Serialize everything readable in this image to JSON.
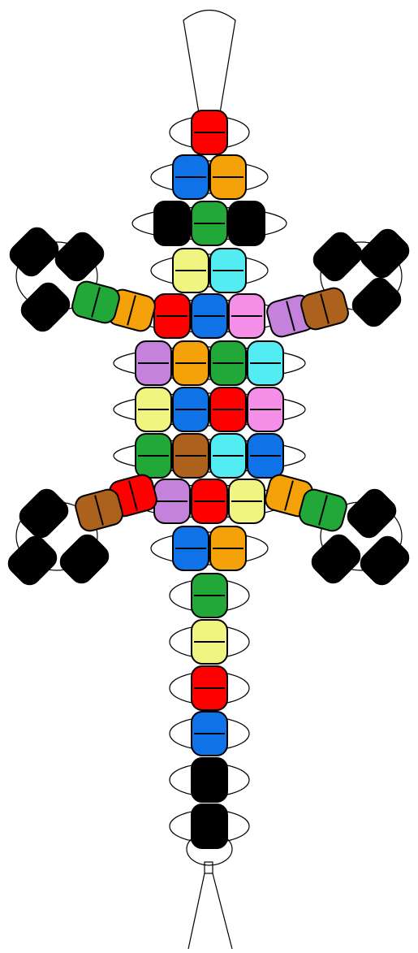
{
  "diagram": {
    "type": "bead-lizard-pattern",
    "colors": {
      "red": "#ff0000",
      "blue": "#0f72e6",
      "orange": "#f5a20a",
      "black": "#000000",
      "green": "#22a838",
      "yellow": "#f0f582",
      "cyan": "#52ecf2",
      "pink": "#f58ee6",
      "purple": "#c482dc",
      "brown": "#ac621c",
      "outline": "#000000",
      "background": "#ffffff"
    },
    "rows": [
      {
        "part": "head",
        "beads": [
          "red"
        ]
      },
      {
        "part": "head",
        "beads": [
          "blue",
          "orange"
        ]
      },
      {
        "part": "head",
        "beads": [
          "black",
          "green",
          "black"
        ]
      },
      {
        "part": "neck",
        "beads": [
          "yellow",
          "cyan"
        ]
      },
      {
        "part": "body",
        "beads": [
          "red",
          "blue",
          "pink"
        ]
      },
      {
        "part": "body",
        "beads": [
          "purple",
          "orange",
          "green",
          "cyan"
        ]
      },
      {
        "part": "body",
        "beads": [
          "yellow",
          "blue",
          "red",
          "pink"
        ]
      },
      {
        "part": "body",
        "beads": [
          "green",
          "brown",
          "cyan",
          "blue"
        ]
      },
      {
        "part": "body",
        "beads": [
          "purple",
          "red",
          "yellow"
        ]
      },
      {
        "part": "body",
        "beads": [
          "blue",
          "orange"
        ]
      },
      {
        "part": "tail",
        "beads": [
          "green"
        ]
      },
      {
        "part": "tail",
        "beads": [
          "yellow"
        ]
      },
      {
        "part": "tail",
        "beads": [
          "red"
        ]
      },
      {
        "part": "tail",
        "beads": [
          "blue"
        ]
      },
      {
        "part": "tail",
        "beads": [
          "black"
        ]
      },
      {
        "part": "tail",
        "beads": [
          "black"
        ]
      }
    ],
    "legs": [
      {
        "name": "front-left",
        "beads": [
          "orange",
          "green"
        ],
        "foot": [
          "black",
          "black",
          "black"
        ]
      },
      {
        "name": "front-right",
        "beads": [
          "purple",
          "brown"
        ],
        "foot": [
          "black",
          "black",
          "black"
        ]
      },
      {
        "name": "back-left",
        "beads": [
          "red",
          "brown"
        ],
        "foot": [
          "black",
          "black",
          "black"
        ]
      },
      {
        "name": "back-right",
        "beads": [
          "orange",
          "green"
        ],
        "foot": [
          "black",
          "black",
          "black"
        ]
      }
    ]
  }
}
